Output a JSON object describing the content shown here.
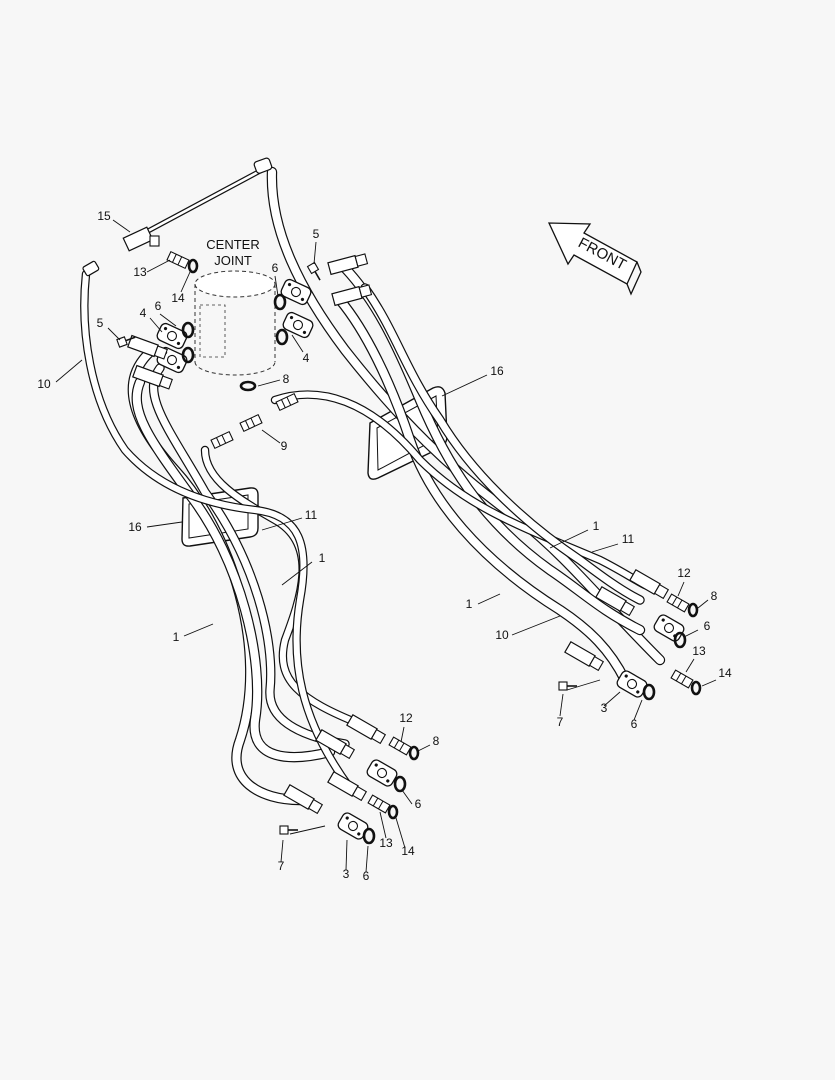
{
  "diagram": {
    "center_joint_line1": "CENTER",
    "center_joint_line2": "JOINT",
    "front_label": "FRONT",
    "callouts": [
      {
        "id": "c15",
        "text": "15"
      },
      {
        "id": "c13a",
        "text": "13"
      },
      {
        "id": "c14a",
        "text": "14"
      },
      {
        "id": "c5a",
        "text": "5"
      },
      {
        "id": "c6a",
        "text": "6"
      },
      {
        "id": "c4a",
        "text": "4"
      },
      {
        "id": "c5b",
        "text": "5"
      },
      {
        "id": "c6b",
        "text": "6"
      },
      {
        "id": "c4b",
        "text": "4"
      },
      {
        "id": "c10a",
        "text": "10"
      },
      {
        "id": "c8a",
        "text": "8"
      },
      {
        "id": "c9",
        "text": "9"
      },
      {
        "id": "c16a",
        "text": "16"
      },
      {
        "id": "c16b",
        "text": "16"
      },
      {
        "id": "c11a",
        "text": "11"
      },
      {
        "id": "c1a",
        "text": "1"
      },
      {
        "id": "c1b",
        "text": "1"
      },
      {
        "id": "c1c",
        "text": "1"
      },
      {
        "id": "c11b",
        "text": "11"
      },
      {
        "id": "c12a",
        "text": "12"
      },
      {
        "id": "c8b",
        "text": "8"
      },
      {
        "id": "c1d",
        "text": "1"
      },
      {
        "id": "c6c",
        "text": "6"
      },
      {
        "id": "c10b",
        "text": "10"
      },
      {
        "id": "c13b",
        "text": "13"
      },
      {
        "id": "c14b",
        "text": "14"
      },
      {
        "id": "c7a",
        "text": "7"
      },
      {
        "id": "c3a",
        "text": "3"
      },
      {
        "id": "c6d",
        "text": "6"
      },
      {
        "id": "c12b",
        "text": "12"
      },
      {
        "id": "c8c",
        "text": "8"
      },
      {
        "id": "c6e",
        "text": "6"
      },
      {
        "id": "c13c",
        "text": "13"
      },
      {
        "id": "c14c",
        "text": "14"
      },
      {
        "id": "c7b",
        "text": "7"
      },
      {
        "id": "c3b",
        "text": "3"
      },
      {
        "id": "c6f",
        "text": "6"
      }
    ]
  }
}
